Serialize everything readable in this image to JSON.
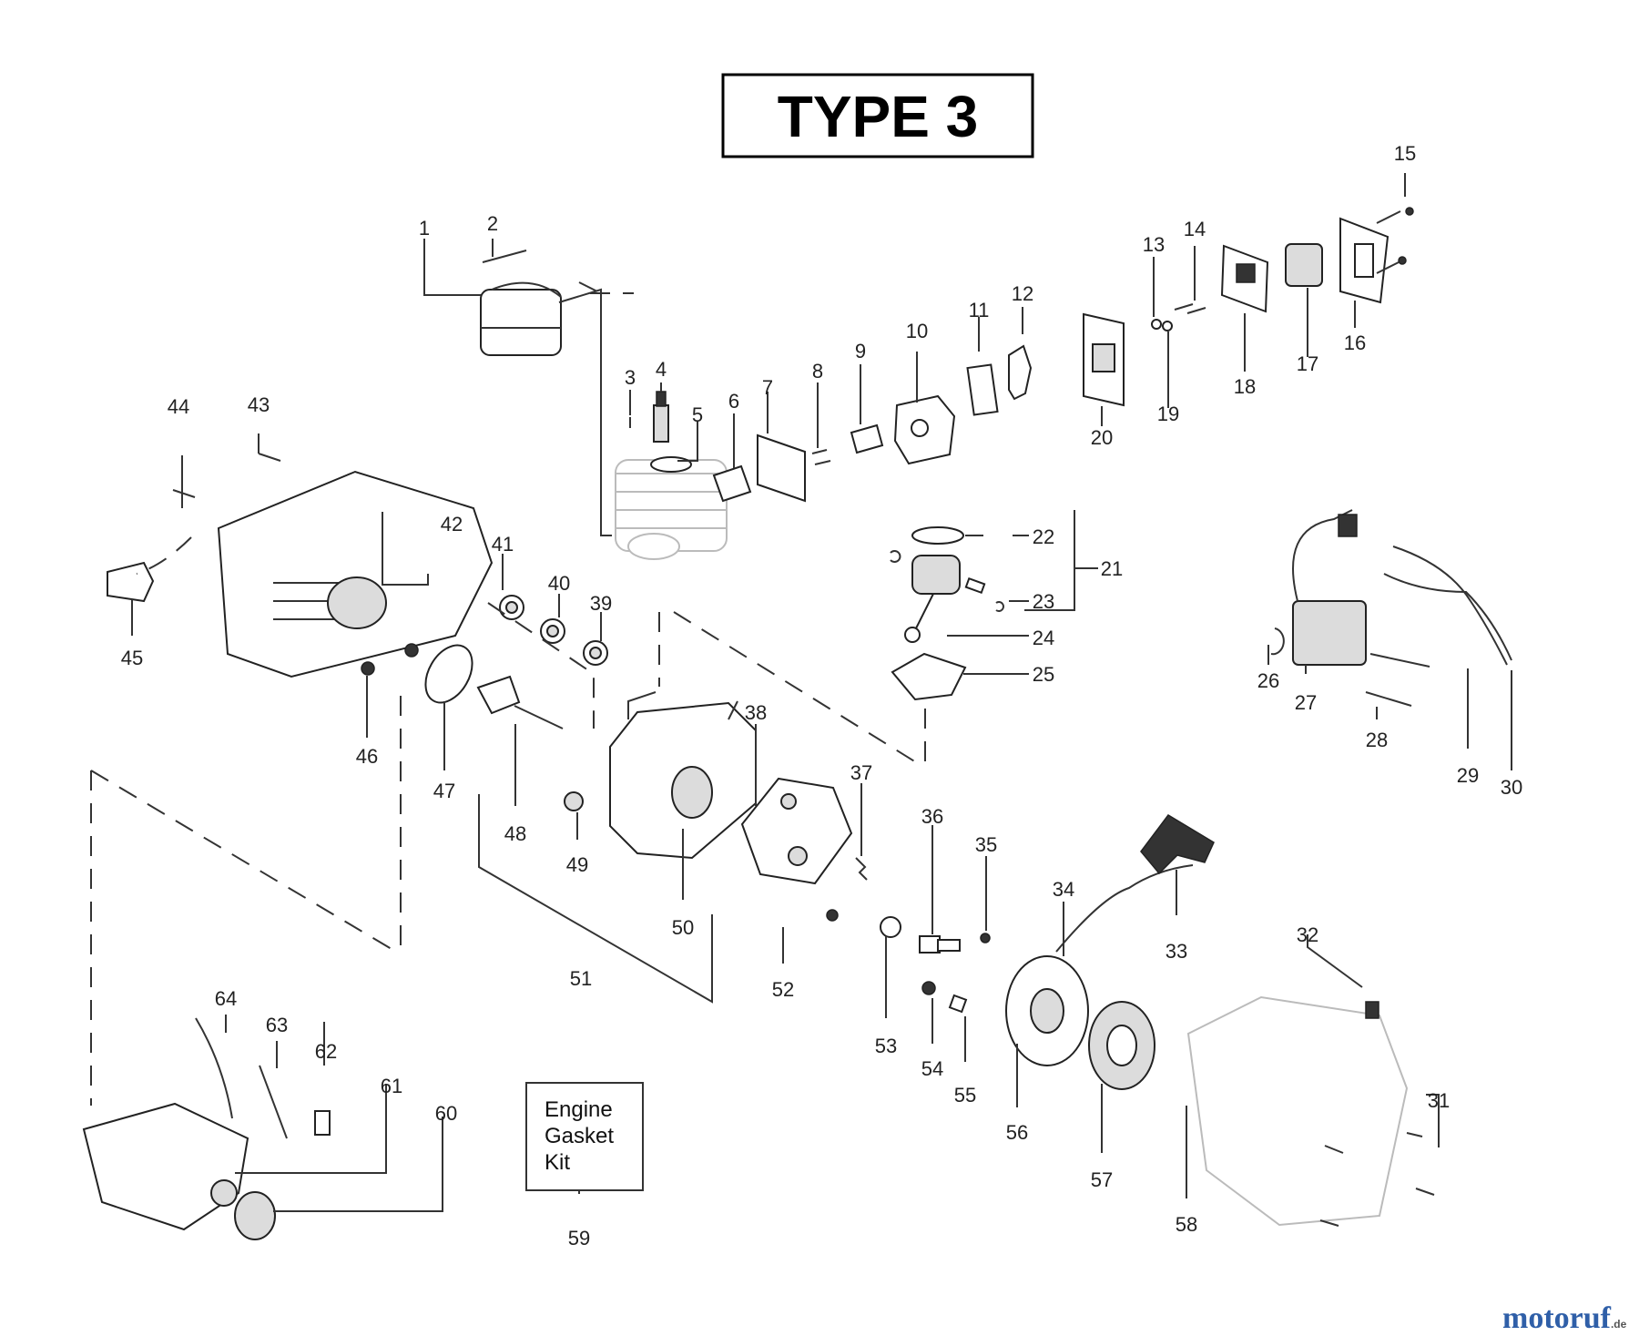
{
  "title": "TYPE 3",
  "kit_label": [
    "Engine",
    "Gasket",
    "Kit"
  ],
  "watermark": {
    "brand": "motoruf",
    "tld": ".de"
  },
  "colors": {
    "line": "#333333",
    "watermark_blue": "#2f5fa8",
    "watermark_red": "#e04020"
  },
  "part_numbers": [
    "1",
    "2",
    "3",
    "4",
    "5",
    "6",
    "7",
    "8",
    "9",
    "10",
    "11",
    "12",
    "13",
    "14",
    "15",
    "16",
    "17",
    "18",
    "19",
    "20",
    "21",
    "22",
    "23",
    "24",
    "25",
    "26",
    "27",
    "28",
    "29",
    "30",
    "31",
    "32",
    "33",
    "34",
    "35",
    "36",
    "37",
    "38",
    "39",
    "40",
    "41",
    "42",
    "43",
    "44",
    "45",
    "46",
    "47",
    "48",
    "49",
    "50",
    "51",
    "52",
    "53",
    "54",
    "55",
    "56",
    "57",
    "58",
    "59",
    "60",
    "61",
    "62",
    "63",
    "64"
  ]
}
